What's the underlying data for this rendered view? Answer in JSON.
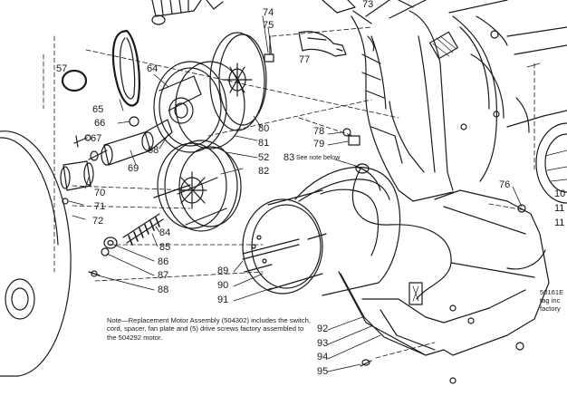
{
  "diagram": {
    "labels": {
      "p57": "57",
      "p64": "64",
      "p65": "65",
      "p66": "66",
      "p67": "67",
      "p68": "68",
      "p69": "69",
      "p70": "70",
      "p71": "71",
      "p72": "72",
      "p73": "73",
      "p74": "74",
      "p75": "75",
      "p76": "76",
      "p77": "77",
      "p78": "78",
      "p79": "79",
      "p80": "80",
      "p81": "81",
      "p82": "82",
      "p52": "52",
      "p83": "83",
      "p84": "84",
      "p85": "85",
      "p86": "86",
      "p87": "87",
      "p88": "88",
      "p89": "89",
      "p90": "90",
      "p91": "91",
      "p92": "92",
      "p93": "93",
      "p94": "94",
      "p95": "95",
      "p10x": "10",
      "p11a": "11",
      "p11b": "11"
    },
    "see_note": "See note below",
    "note": "Note—Replacement Motor Assembly (504302) includes the switch, cord, spacer, fan plate and (5) drive screws factory assembled to the 504292 motor.",
    "tag_lines": [
      "50161E",
      "tag inc",
      "factory"
    ]
  }
}
